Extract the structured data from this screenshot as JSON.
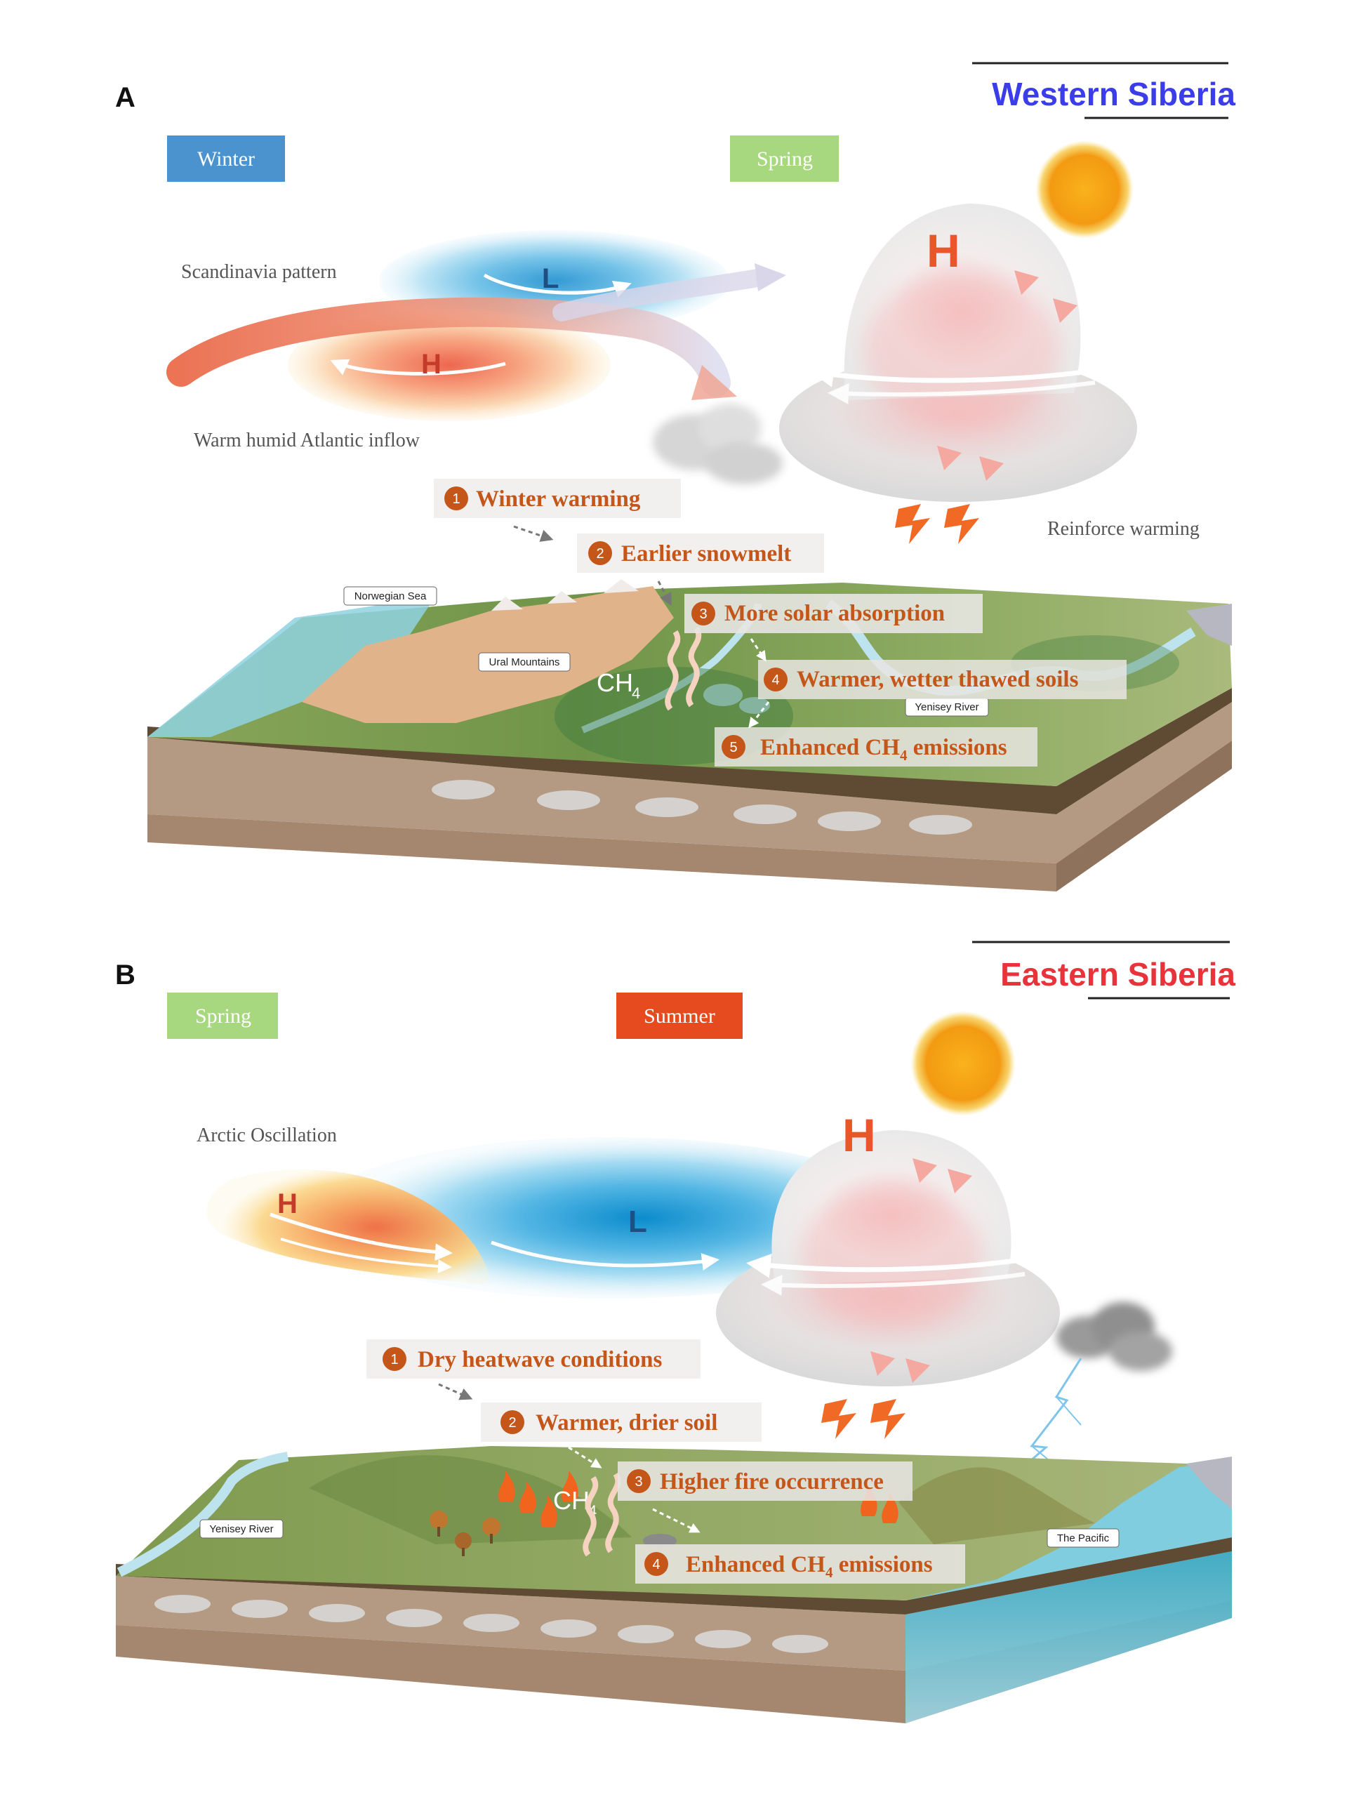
{
  "colors": {
    "western_title": "#3a3de8",
    "eastern_title": "#e8333a",
    "winter_badge": "#4a93cf",
    "spring_badge": "#a7d87f",
    "summer_badge": "#e64a1f",
    "step_text": "#c4561a",
    "high_pressure": "#e8562a",
    "low_pressure": "#1f6fb2"
  },
  "panel_a": {
    "letter": "A",
    "region_title": "Western Siberia",
    "season_left": "Winter",
    "season_right": "Spring",
    "scandinavia_label": "Scandinavia pattern",
    "inflow_label": "Warm humid Atlantic inflow",
    "reinforce_label": "Reinforce warming",
    "low_letter": "L",
    "high_letter": "H",
    "high_letter_right": "H",
    "steps": [
      {
        "num": "1",
        "text": "Winter warming"
      },
      {
        "num": "2",
        "text": "Earlier snowmelt"
      },
      {
        "num": "3",
        "text": "More solar absorption"
      },
      {
        "num": "4",
        "text": "Warmer, wetter thawed soils"
      },
      {
        "num": "5",
        "text": "Enhanced CH",
        "sub": "4",
        "tail": " emissions"
      }
    ],
    "geo_labels": {
      "norwegian_sea": "Norwegian Sea",
      "ural_mountains": "Ural Mountains",
      "yenisey_river": "Yenisey River"
    },
    "ch4": {
      "main": "CH",
      "sub": "4"
    }
  },
  "panel_b": {
    "letter": "B",
    "region_title": "Eastern Siberia",
    "season_left": "Spring",
    "season_right": "Summer",
    "ao_label": "Arctic Oscillation",
    "low_letter": "L",
    "high_letter": "H",
    "high_letter_right": "H",
    "steps": [
      {
        "num": "1",
        "text": "Dry heatwave conditions"
      },
      {
        "num": "2",
        "text": "Warmer, drier soil"
      },
      {
        "num": "3",
        "text": "Higher fire occurrence"
      },
      {
        "num": "4",
        "text": "Enhanced CH",
        "sub": "4",
        "tail": " emissions"
      }
    ],
    "geo_labels": {
      "yenisey_river": "Yenisey River",
      "the_pacific": "The Pacific"
    },
    "ch4": {
      "main": "CH",
      "sub": "4"
    }
  }
}
